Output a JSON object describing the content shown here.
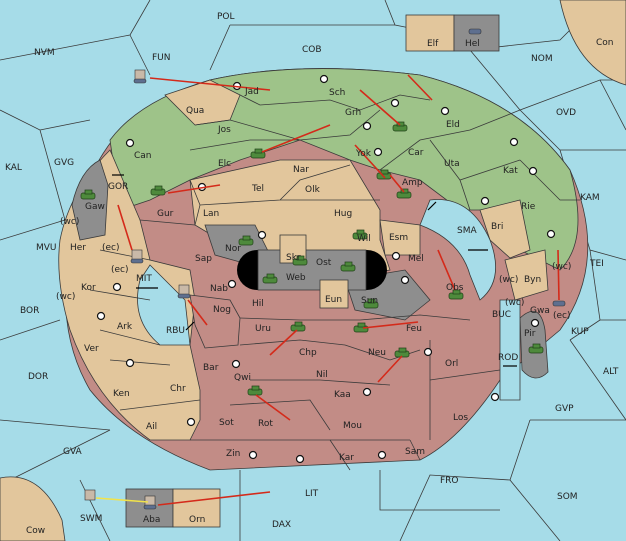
{
  "map": {
    "colors": {
      "sea": "#a6dce8",
      "green": "#9ec389",
      "tan": "#e2c69c",
      "red": "#c28c86",
      "gray": "#8e8e8e",
      "order_arrow": "#d42a1a"
    },
    "labels": {
      "POL": "POL",
      "NVM": "NVM",
      "FUN": "FUN",
      "COB": "COB",
      "NOM": "NOM",
      "Con": "Con",
      "OVD": "OVD",
      "KAL": "KAL",
      "GVG": "GVG",
      "KAM": "KAM",
      "TEI": "TEI",
      "MVU": "MVU",
      "BOR": "BOR",
      "DOR": "DOR",
      "GVA": "GVA",
      "Cow": "Cow",
      "SWM": "SWM",
      "LIT": "LIT",
      "DAX": "DAX",
      "FRO": "FRO",
      "SOM": "SOM",
      "GVP": "GVP",
      "ALT": "ALT",
      "KUP": "KUP",
      "BUC": "BUC",
      "ROD": "ROD",
      "SMA": "SMA",
      "MIT": "MIT",
      "GOR": "GOR",
      "RBU": "RBU",
      "Elf": "Elf",
      "Hel": "Hel",
      "Jad": "Jad",
      "Sch": "Sch",
      "Qua": "Qua",
      "Jos": "Jos",
      "Grh": "Grh",
      "Eld": "Eld",
      "Car": "Car",
      "Can": "Can",
      "Elc": "Elc",
      "Nar": "Nar",
      "Yok": "Yok",
      "Uta": "Uta",
      "Kat": "Kat",
      "Tel": "Tel",
      "Olk": "Olk",
      "Amp": "Amp",
      "Gaw": "Gaw",
      "Gur": "Gur",
      "Lan": "Lan",
      "Hug": "Hug",
      "Rie": "Rie",
      "Bri": "Bri",
      "Her": "Her",
      "Nor": "Nor",
      "Skr": "Skr",
      "Ost": "Ost",
      "Wil": "Wil",
      "Esm": "Esm",
      "Sap": "Sap",
      "Web": "Web",
      "Mel": "Mel",
      "Byn": "Byn",
      "Kor": "Kor",
      "Nab": "Nab",
      "Hil": "Hil",
      "Eun": "Eun",
      "Sun": "Sun",
      "Obs": "Obs",
      "Gwa": "Gwa",
      "Nog": "Nog",
      "Pir": "Pir",
      "Ark": "Ark",
      "Uru": "Uru",
      "Feu": "Feu",
      "Ver": "Ver",
      "Chp": "Chp",
      "Neu": "Neu",
      "Orl": "Orl",
      "Bar": "Bar",
      "Nil": "Nil",
      "Qwi": "Qwi",
      "Ken": "Ken",
      "Chr": "Chr",
      "Kaa": "Kaa",
      "Los": "Los",
      "Ail": "Ail",
      "Sot": "Sot",
      "Rot": "Rot",
      "Mou": "Mou",
      "Zin": "Zin",
      "Kar": "Kar",
      "Sam": "Sam",
      "Aba": "Aba",
      "Orn": "Orn"
    },
    "coast_notes": {
      "wc": "(wc)",
      "ec": "(ec)"
    }
  }
}
